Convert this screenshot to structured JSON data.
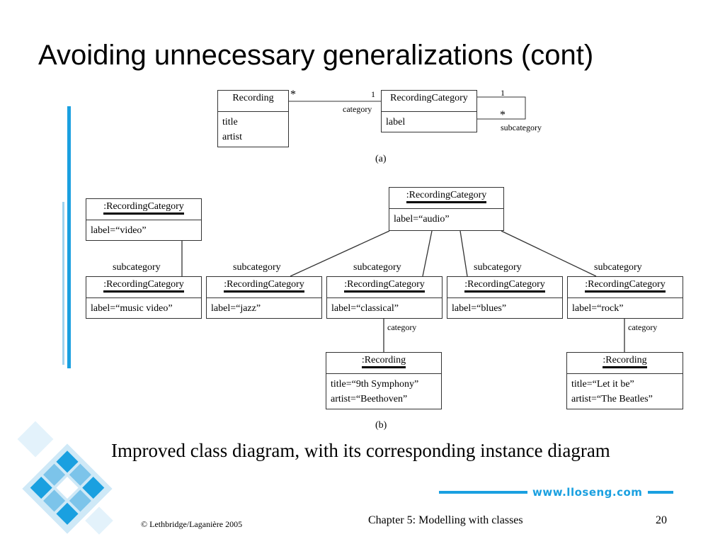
{
  "slide": {
    "title": "Avoiding unnecessary generalizations (cont)",
    "caption": "Improved class diagram, with its corresponding instance diagram",
    "website": "www.lloseng.com",
    "copyright": "© Lethbridge/Laganière 2005",
    "chapter": "Chapter 5: Modelling with classes",
    "page_number": "20",
    "accent_color": "#1aa0e0"
  },
  "diagram_a": {
    "label": "(a)",
    "recording": {
      "name": "Recording",
      "attributes": [
        "title",
        "artist"
      ]
    },
    "category": {
      "name": "RecordingCategory",
      "attributes": [
        "label"
      ]
    },
    "mult_recording": "*",
    "mult_category": "1",
    "role_category": "category",
    "mult_self_one": "1",
    "mult_self_many": "*",
    "role_subcategory": "subcategory"
  },
  "diagram_b": {
    "label": "(b)",
    "root": {
      "name": ":RecordingCategory",
      "attr": "label=“audio”"
    },
    "video": {
      "name": ":RecordingCategory",
      "attr": "label=“video”"
    },
    "music_video": {
      "name": ":RecordingCategory",
      "attr": "label=“music video”"
    },
    "jazz": {
      "name": ":RecordingCategory",
      "attr": "label=“jazz”"
    },
    "classical": {
      "name": ":RecordingCategory",
      "attr": "label=“classical”"
    },
    "blues": {
      "name": ":RecordingCategory",
      "attr": "label=“blues”"
    },
    "rock": {
      "name": ":RecordingCategory",
      "attr": "label=“rock”"
    },
    "beethoven": {
      "name": ":Recording",
      "attrs": [
        "title=“9th Symphony”",
        "artist=“Beethoven”"
      ]
    },
    "beatles": {
      "name": ":Recording",
      "attrs": [
        "title=“Let it be”",
        "artist=“The Beatles”"
      ]
    },
    "role_subcategory": "subcategory",
    "role_category": "category"
  }
}
